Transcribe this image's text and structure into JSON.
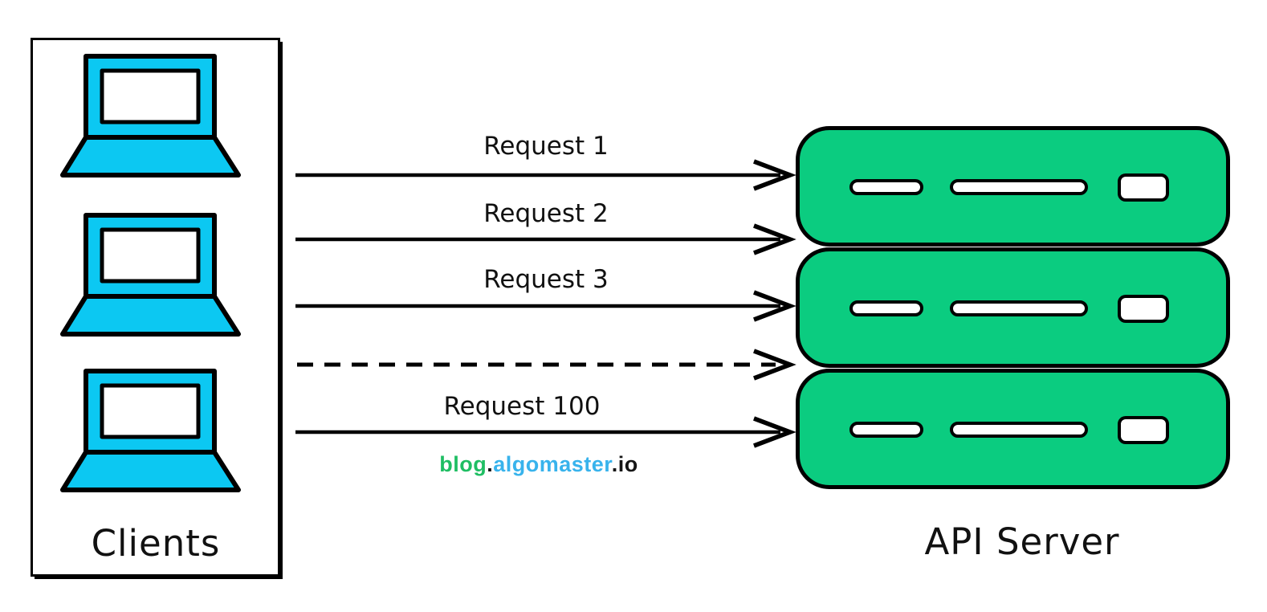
{
  "clients": {
    "label": "Clients",
    "count": 3
  },
  "api_server": {
    "label": "API Server",
    "count": 3
  },
  "requests": [
    {
      "label": "Request 1",
      "style": "solid"
    },
    {
      "label": "Request 2",
      "style": "solid"
    },
    {
      "label": "Request 3",
      "style": "solid"
    },
    {
      "label": "",
      "style": "dashed"
    },
    {
      "label": "Request 100",
      "style": "solid"
    }
  ],
  "watermark": {
    "blog": "blog",
    "dot1": ".",
    "domain": "algomaster",
    "dot2": ".",
    "tld": "io"
  },
  "colors": {
    "client_fill": "#0cc8f2",
    "server_fill": "#0bcc80",
    "stroke": "#000000",
    "watermark_green": "#1fbe63",
    "watermark_blue": "#38b3ec",
    "text": "#111111"
  }
}
